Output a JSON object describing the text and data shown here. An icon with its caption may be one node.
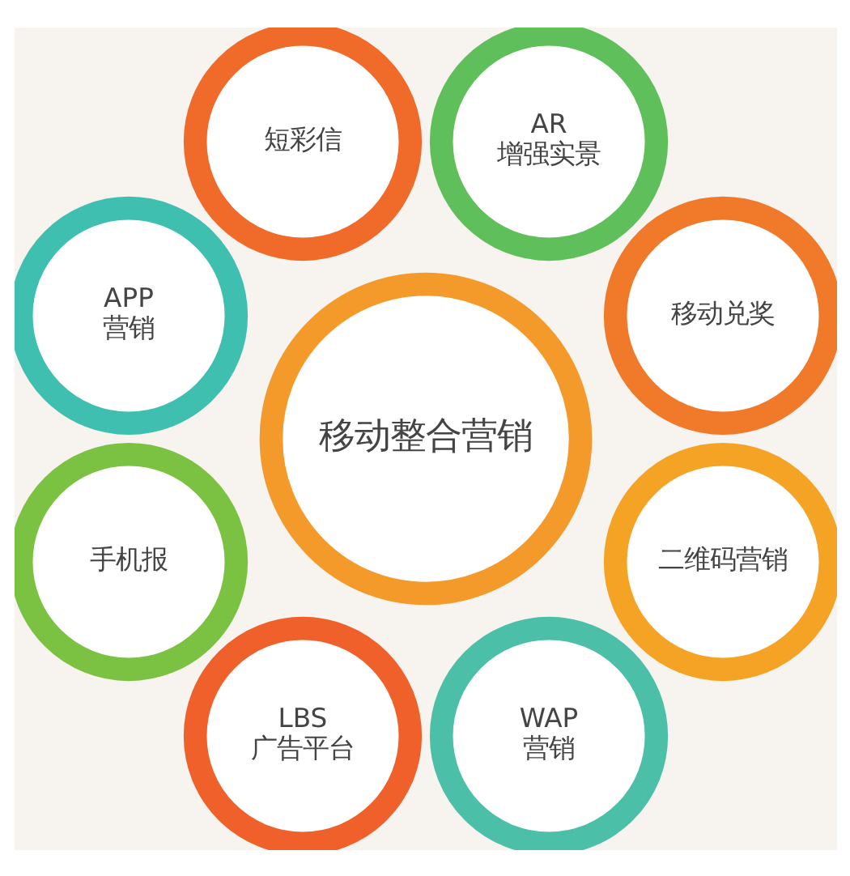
{
  "diagram": {
    "nodes": [
      {
        "text": [
          "移动整合营销"
        ]
      },
      {
        "text": [
          "移动兑奖"
        ]
      },
      {
        "text": [
          "AR 增强实景"
        ]
      },
      {
        "text": [
          "短彩信"
        ]
      },
      {
        "text": [
          "APP 营销"
        ]
      },
      {
        "text": [
          "手机报"
        ]
      },
      {
        "text": [
          "LBS 广告平台"
        ]
      },
      {
        "text": [
          "WAP 营销"
        ]
      },
      {
        "text": [
          "二维码营销"
        ]
      }
    ]
  }
}
